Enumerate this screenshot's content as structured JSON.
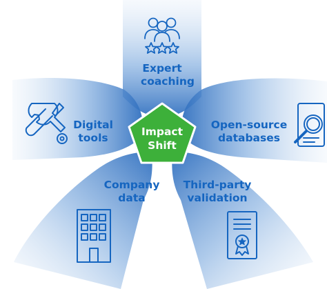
{
  "diagram": {
    "center": {
      "line1": "Impact",
      "line2": "Shift",
      "color": "#3db03a"
    },
    "petals": [
      {
        "id": "expert-coaching",
        "line1": "Expert",
        "line2": "coaching",
        "icon": "group-stars-icon"
      },
      {
        "id": "open-source-databases",
        "line1": "Open-source",
        "line2": "databases",
        "icon": "search-document-icon"
      },
      {
        "id": "third-party-validation",
        "line1": "Third-party",
        "line2": "validation",
        "icon": "certificate-icon"
      },
      {
        "id": "company-data",
        "line1": "Company",
        "line2": "data",
        "icon": "building-icon"
      },
      {
        "id": "digital-tools",
        "line1": "Digital",
        "line2": "tools",
        "icon": "tools-icon"
      }
    ],
    "colors": {
      "text": "#1565c0",
      "petal_dark": "#2f6fbf",
      "petal_light": "#e6eff9"
    }
  }
}
